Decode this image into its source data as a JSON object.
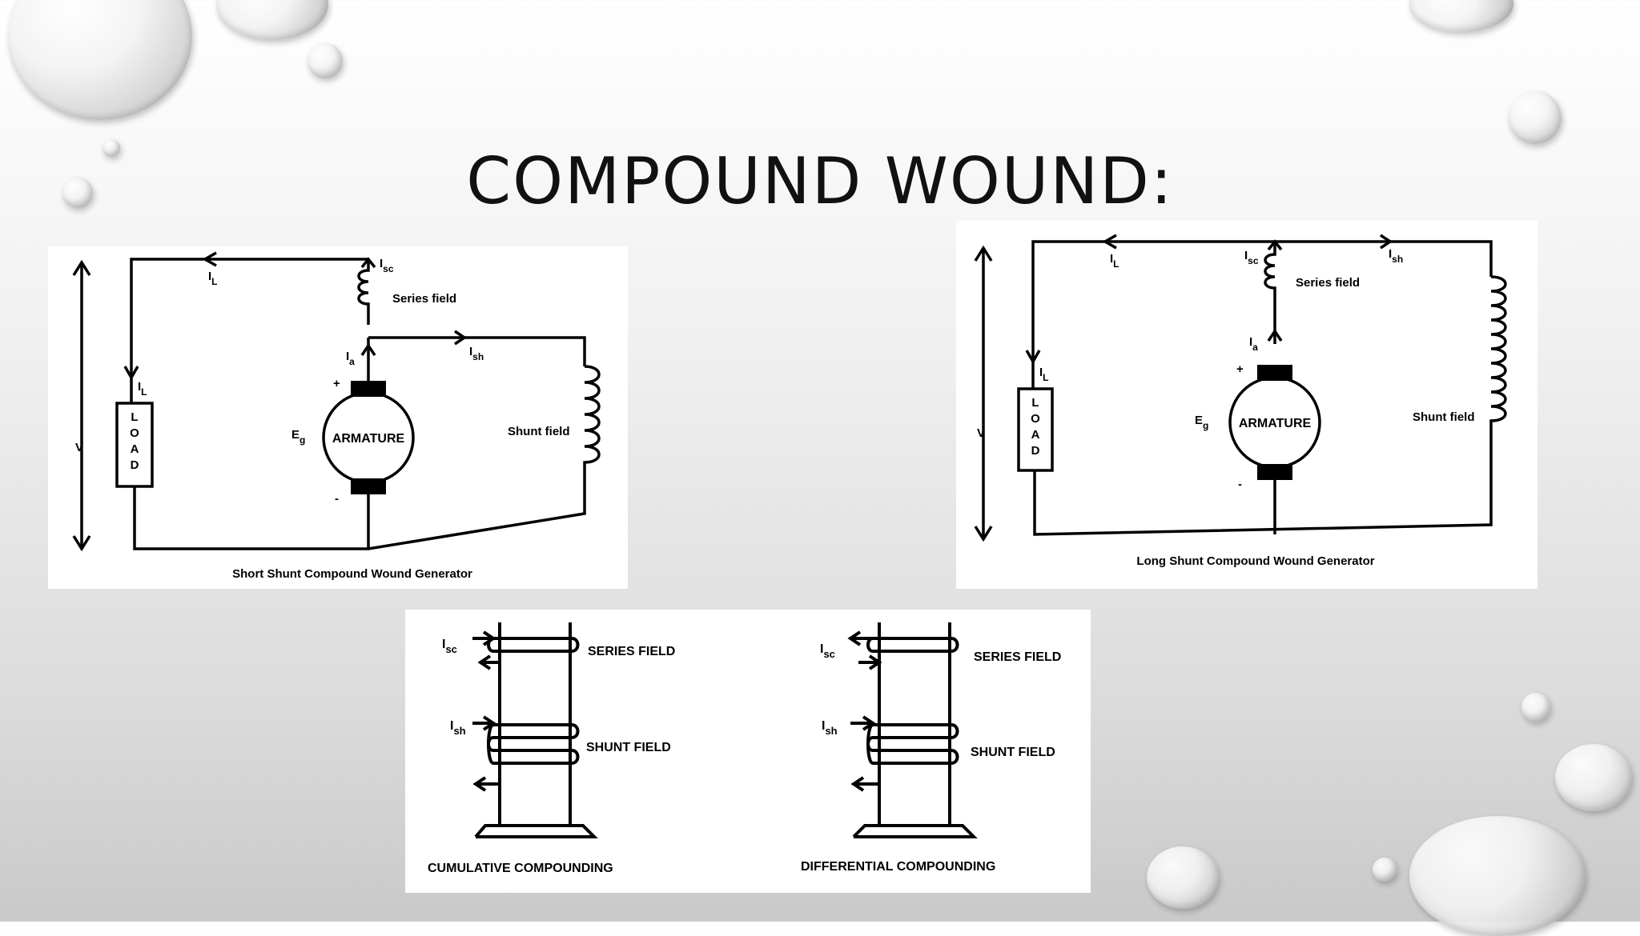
{
  "slide": {
    "title": "COMPOUND WOUND:"
  },
  "short_shunt": {
    "caption": "Short Shunt Compound Wound Generator",
    "armature": "ARMATURE",
    "load_letters": [
      "L",
      "O",
      "A",
      "D"
    ],
    "series_field": "Series field",
    "shunt_field": "Shunt field",
    "v": "V",
    "plus": "+",
    "minus": "-",
    "eg_main": "E",
    "eg_sub": "g",
    "il_main": "I",
    "il_sub": "L",
    "isc_main": "I",
    "isc_sub": "sc",
    "ish_main": "I",
    "ish_sub": "sh",
    "ia_main": "I",
    "ia_sub": "a"
  },
  "long_shunt": {
    "caption": "Long Shunt Compound Wound Generator",
    "armature": "ARMATURE",
    "load_letters": [
      "L",
      "O",
      "A",
      "D"
    ],
    "series_field": "Series field",
    "shunt_field": "Shunt field",
    "v": "V",
    "plus": "+",
    "minus": "-",
    "eg_main": "E",
    "eg_sub": "g",
    "il_main": "I",
    "il_sub": "L",
    "isc_main": "I",
    "isc_sub": "sc",
    "ish_main": "I",
    "ish_sub": "sh",
    "ia_main": "I",
    "ia_sub": "a"
  },
  "compounding": {
    "cumulative": {
      "caption": "CUMULATIVE COMPOUNDING",
      "series_field": "SERIES FIELD",
      "shunt_field": "SHUNT FIELD",
      "isc_main": "I",
      "isc_sub": "sc",
      "ish_main": "I",
      "ish_sub": "sh"
    },
    "differential": {
      "caption": "DIFFERENTIAL COMPOUNDING",
      "series_field": "SERIES FIELD",
      "shunt_field": "SHUNT FIELD",
      "isc_main": "I",
      "isc_sub": "sc",
      "ish_main": "I",
      "ish_sub": "sh"
    }
  }
}
